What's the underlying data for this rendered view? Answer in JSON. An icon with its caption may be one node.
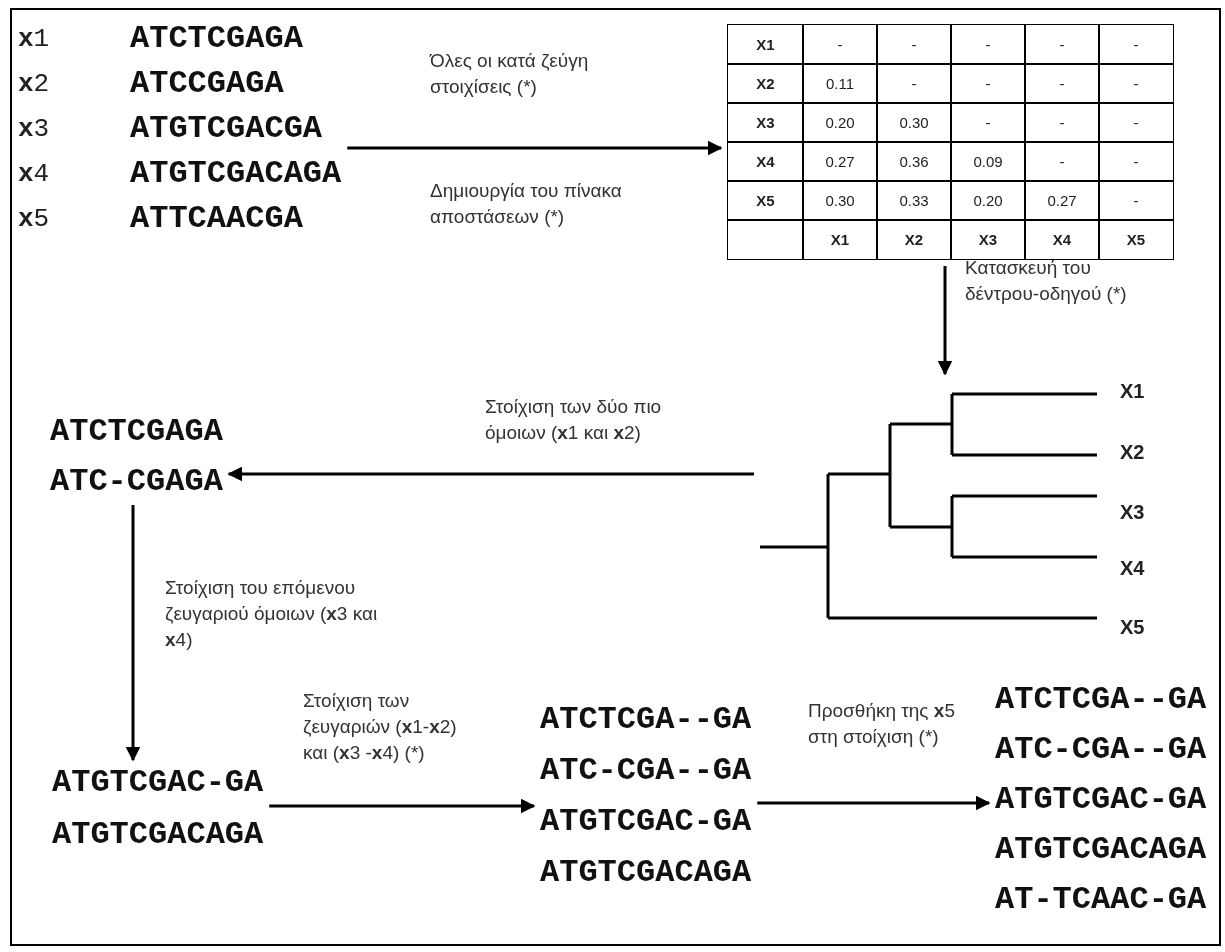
{
  "diagram": {
    "nodes": [
      {
        "text": [
          "**x**1",
          "ATCTCGAGA",
          "**x**2",
          "ATCCGAGA",
          "**x**3",
          "ATGTCGACGA",
          "**x**4",
          "ATGTCGACAGA",
          "**x**5",
          "ATTCAACGA"
        ]
      },
      {
        "text": [],
        "shape": "table"
      },
      {
        "text": [],
        "shape": "tree"
      },
      {
        "text": [
          "ATCTCGAGA",
          "ATC-CGAGA"
        ]
      },
      {
        "text": [
          "ATGTCGAC-GA",
          "ATGTCGACAGA"
        ]
      },
      {
        "text": [
          "ATCTCGA--GA",
          "ATC-CGA--GA",
          "ATGTCGAC-GA",
          "ATGTCGACAGA"
        ]
      },
      {
        "text": [
          "ATCTCGA--GA",
          "ATC-CGA--GA",
          "ATGTCGAC-GA",
          "ATGTCGACAGA",
          "AT-TCAAC-GA"
        ]
      }
    ],
    "edges": [
      {
        "from": 0,
        "to": 1,
        "arrow": "to",
        "label": "Όλες οι κατά ζεύγη στοιχίσεις (*)"
      },
      {
        "from": 1,
        "to": 2,
        "arrow": "to",
        "label": "Κατασκευή του δέντρου-οδηγού (*)"
      },
      {
        "from": 2,
        "to": 3,
        "arrow": "to",
        "label": "Στοίχιση των δύο πιο όμοιων (**x**1 και **x**2)"
      },
      {
        "from": 3,
        "to": 4,
        "arrow": "to",
        "label": "Στοίχιση του επόμενου ζευγαριού όμοιων (**x**3 και **x**4)"
      },
      {
        "from": 4,
        "to": 5,
        "arrow": "to",
        "label": "Στοίχιση των ζευγαριών (**x**1-**x**2) και (**x**3 -**x**4) (*)"
      },
      {
        "from": 5,
        "to": 6,
        "arrow": "to",
        "label": "Προσθήκη της **x**5 στη στοίχιση (*)"
      }
    ],
    "labels": [
      "Δημιουργία του πίνακα αποστάσεων (*)",
      "X1",
      "-",
      "-",
      "-",
      "-",
      "-",
      "X2",
      "0.11",
      "-",
      "-",
      "-",
      "-",
      "X3",
      "0.20",
      "0.30",
      "-",
      "-",
      "-",
      "X4",
      "0.27",
      "0.36",
      "0.09",
      "-",
      "-",
      "X5",
      "0.30",
      "0.33",
      "0.20",
      "0.27",
      "-",
      "X1",
      "X2",
      "X3",
      "X4",
      "X5",
      "X1",
      "X2",
      "X3",
      "X4",
      "X5"
    ]
  }
}
